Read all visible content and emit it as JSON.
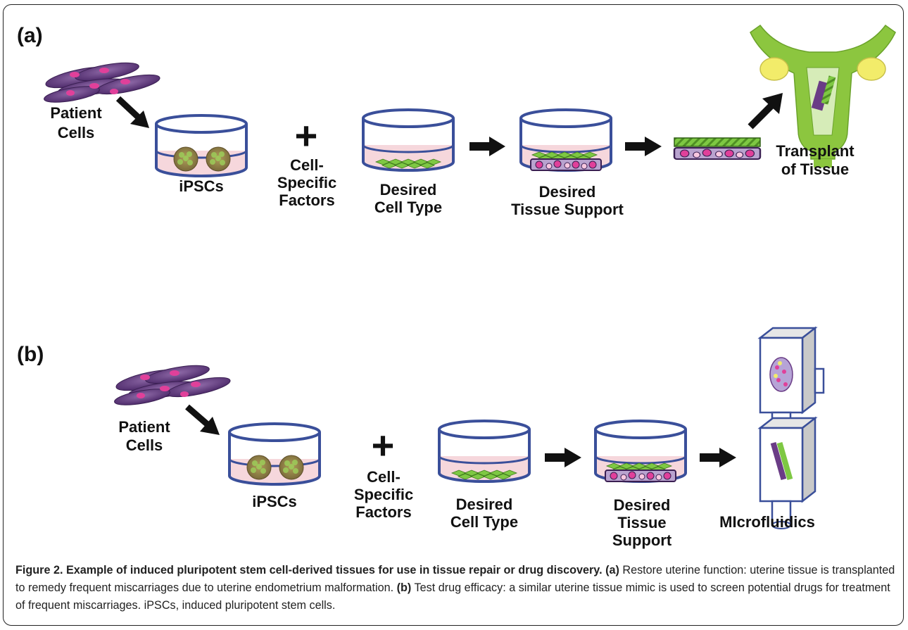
{
  "panels": {
    "a": {
      "label": "(a)",
      "patient_line1": "Patient",
      "patient_line2": "Cells",
      "ipscs": "iPSCs",
      "plus": "+",
      "factors_line1": "Cell-",
      "factors_line2": "Specific",
      "factors_line3": "Factors",
      "cell_type_line1": "Desired",
      "cell_type_line2": "Cell Type",
      "tissue_line1": "Desired",
      "tissue_line2": "Tissue Support",
      "transplant_line1": "Transplant",
      "transplant_line2": "of Tissue"
    },
    "b": {
      "label": "(b)",
      "patient_line1": "Patient",
      "patient_line2": "Cells",
      "ipscs": "iPSCs",
      "plus": "+",
      "factors_line1": "Cell-",
      "factors_line2": "Specific",
      "factors_line3": "Factors",
      "cell_type_line1": "Desired",
      "cell_type_line2": "Cell Type",
      "tissue_line1": "Desired",
      "tissue_line2": "Tissue",
      "tissue_line3": "Support",
      "microfluidics": "MIcrofluidics"
    }
  },
  "caption": {
    "title": "Figure 2. Example of induced pluripotent stem cell-derived tissues for use in tissue repair or drug discovery.",
    "a_tag": "(a)",
    "a_text": "Restore uterine function: uterine tissue is transplanted to remedy frequent miscarriages due to uterine endometrium malformation.",
    "b_tag": "(b)",
    "b_text": "Test drug efficacy: a similar uterine tissue mimic is used to screen potential drugs for treatment of frequent miscarriages. iPSCs, induced pluripotent stem cells."
  },
  "colors": {
    "dish_outline": "#3a4f9a",
    "medium_pink": "#f6d7dc",
    "cell_purple": "#6a3c86",
    "nucleus_pink": "#e0409a",
    "tissue_green": "#7ec843",
    "uterus_green": "#8cc63f",
    "ovary_yellow": "#f2ec6a",
    "arrow_black": "#111111"
  }
}
